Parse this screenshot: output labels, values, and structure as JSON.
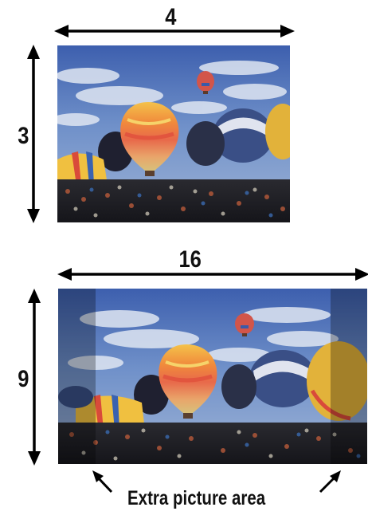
{
  "diagram": {
    "top_panel": {
      "width_label": "4",
      "height_label": "3"
    },
    "bottom_panel": {
      "width_label": "16",
      "height_label": "9"
    },
    "caption": "Extra picture area"
  }
}
